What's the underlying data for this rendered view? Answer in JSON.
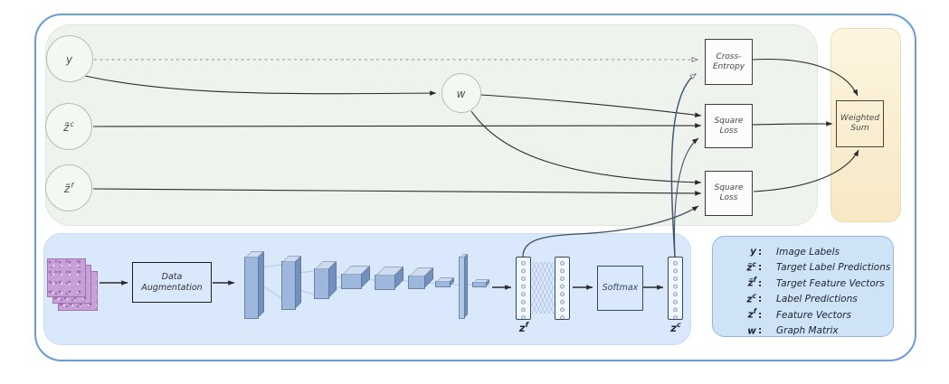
{
  "figure": {
    "type": "architecture-diagram",
    "colors": {
      "frame_border": "#6b9bd7",
      "top_panel_bg": "#eef3ed",
      "weighted_sum_panel_bg": "#fbf0d5",
      "bottom_panel_bg": "#d9e8fa",
      "legend_bg": "#cfe3f7",
      "legend_border": "#8fb8e8",
      "cnn_block": "#9db8dc",
      "patch_purple": "#c7a0d5",
      "arrow": "#2b2b2b"
    }
  },
  "top_panel": {
    "node_y": {
      "base": "y",
      "sup": ""
    },
    "node_zt_c": {
      "base": "z̃",
      "sup": "c"
    },
    "node_zt_f": {
      "base": "z̃",
      "sup": "f"
    },
    "node_w": {
      "base": "w",
      "sup": ""
    },
    "cross_entropy": {
      "line1": "Cross-",
      "line2": "Entropy"
    },
    "square_loss_top": {
      "line1": "Square",
      "line2": "Loss"
    },
    "square_loss_bottom": {
      "line1": "Square",
      "line2": "Loss"
    },
    "weighted_sum": {
      "line1": "Weighted",
      "line2": "Sum"
    }
  },
  "bottom_panel": {
    "data_augmentation": {
      "line1": "Data",
      "line2": "Augmentation"
    },
    "softmax": "Softmax",
    "label_z_f": {
      "base": "z",
      "sup": "f"
    },
    "label_z_c": {
      "base": "z",
      "sup": "c"
    }
  },
  "legend": {
    "items": [
      {
        "base": "y",
        "sup": "",
        "colon": ":",
        "desc": "Image Labels"
      },
      {
        "base": "z̃",
        "sup": "c",
        "colon": ":",
        "desc": "Target Label Predictions"
      },
      {
        "base": "z̃",
        "sup": "f",
        "colon": ":",
        "desc": "Target Feature Vectors"
      },
      {
        "base": "z",
        "sup": "c",
        "colon": ":",
        "desc": "Label Predictions"
      },
      {
        "base": "z",
        "sup": "f",
        "colon": ":",
        "desc": "Feature Vectors"
      },
      {
        "base": "w",
        "sup": "",
        "colon": ":",
        "desc": "Graph Matrix"
      }
    ]
  }
}
